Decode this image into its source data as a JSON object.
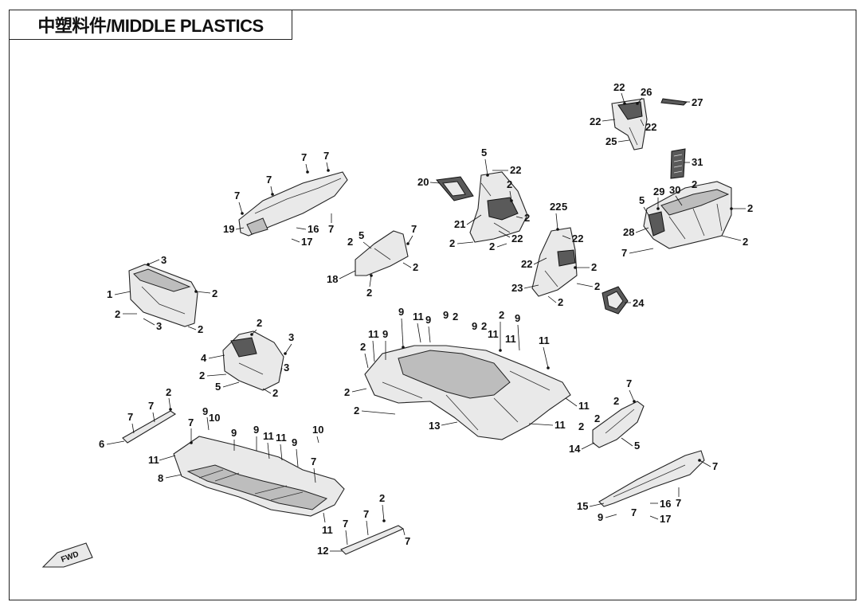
{
  "title": "中塑料件/MIDDLE PLASTICS",
  "fwd_label": "FWD",
  "callouts": {
    "c1": "1",
    "c2": "2",
    "c3": "3",
    "c4": "4",
    "c5": "5",
    "c6": "6",
    "c7": "7",
    "c8": "8",
    "c9": "9",
    "c10": "10",
    "c11": "11",
    "c12": "12",
    "c13": "13",
    "c14": "14",
    "c15": "15",
    "c16": "16",
    "c17": "17",
    "c18": "18",
    "c19": "19",
    "c20": "20",
    "c21": "21",
    "c22": "22",
    "c23": "23",
    "c24": "24",
    "c25": "25",
    "c26": "26",
    "c27": "27",
    "c28": "28",
    "c29": "29",
    "c30": "30",
    "c31": "31"
  },
  "colors": {
    "line": "#111111",
    "part_fill": "#e9e9e9",
    "dark_fill": "#5a5a5a"
  }
}
